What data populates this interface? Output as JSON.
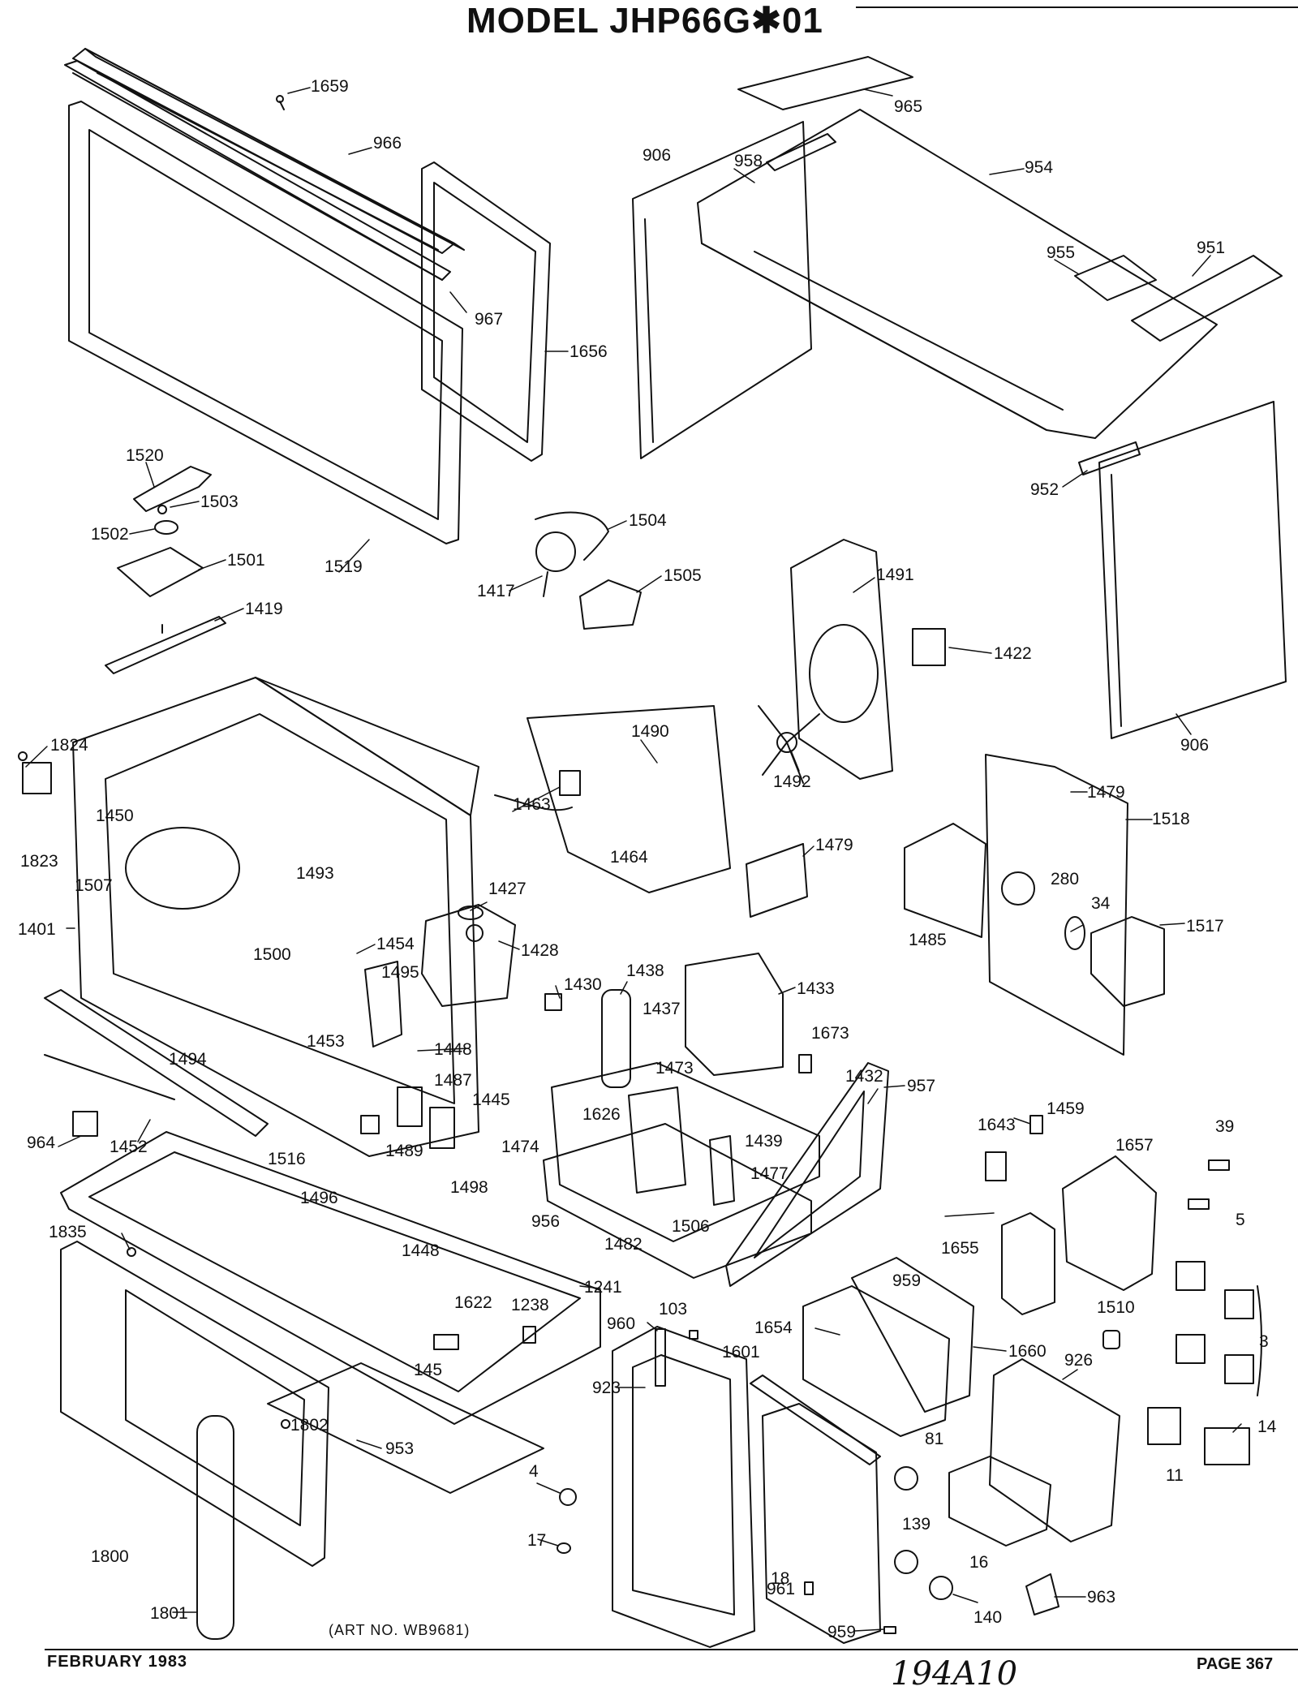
{
  "header": {
    "title": "MODEL JHP66G✱01"
  },
  "footer": {
    "date": "FEBRUARY 1983",
    "code": "194A10",
    "page": "PAGE 367",
    "art_no": "(ART NO. WB9681)"
  },
  "part_labels": [
    {
      "id": "l1659",
      "text": "1659"
    },
    {
      "id": "l966",
      "text": "966"
    },
    {
      "id": "l967",
      "text": "967"
    },
    {
      "id": "l1656",
      "text": "1656"
    },
    {
      "id": "l1519",
      "text": "1519"
    },
    {
      "id": "l965",
      "text": "965"
    },
    {
      "id": "l906a",
      "text": "906"
    },
    {
      "id": "l958",
      "text": "958"
    },
    {
      "id": "l954",
      "text": "954"
    },
    {
      "id": "l955",
      "text": "955"
    },
    {
      "id": "l951",
      "text": "951"
    },
    {
      "id": "l952",
      "text": "952"
    },
    {
      "id": "l906b",
      "text": "906"
    },
    {
      "id": "l1520",
      "text": "1520"
    },
    {
      "id": "l1503",
      "text": "1503"
    },
    {
      "id": "l1502",
      "text": "1502"
    },
    {
      "id": "l1501",
      "text": "1501"
    },
    {
      "id": "l1419",
      "text": "1419"
    },
    {
      "id": "l1504",
      "text": "1504"
    },
    {
      "id": "l1417",
      "text": "1417"
    },
    {
      "id": "l1505",
      "text": "1505"
    },
    {
      "id": "l1491",
      "text": "1491"
    },
    {
      "id": "l1422",
      "text": "1422"
    },
    {
      "id": "l1490",
      "text": "1490"
    },
    {
      "id": "l1492",
      "text": "1492"
    },
    {
      "id": "l1463",
      "text": "1463"
    },
    {
      "id": "l1464",
      "text": "1464"
    },
    {
      "id": "l1479a",
      "text": "1479"
    },
    {
      "id": "l1479b",
      "text": "1479"
    },
    {
      "id": "l1518",
      "text": "1518"
    },
    {
      "id": "l280",
      "text": "280"
    },
    {
      "id": "l34",
      "text": "34"
    },
    {
      "id": "l1485",
      "text": "1485"
    },
    {
      "id": "l1517",
      "text": "1517"
    },
    {
      "id": "l1824",
      "text": "1824"
    },
    {
      "id": "l1823",
      "text": "1823"
    },
    {
      "id": "l1450",
      "text": "1450"
    },
    {
      "id": "l1507",
      "text": "1507"
    },
    {
      "id": "l1401",
      "text": "1401"
    },
    {
      "id": "l1493",
      "text": "1493"
    },
    {
      "id": "l1500",
      "text": "1500"
    },
    {
      "id": "l1427",
      "text": "1427"
    },
    {
      "id": "l1454",
      "text": "1454"
    },
    {
      "id": "l1428",
      "text": "1428"
    },
    {
      "id": "l1495",
      "text": "1495"
    },
    {
      "id": "l1453",
      "text": "1453"
    },
    {
      "id": "l1448a",
      "text": "1448"
    },
    {
      "id": "l1494",
      "text": "1494"
    },
    {
      "id": "l1430",
      "text": "1430"
    },
    {
      "id": "l1438",
      "text": "1438"
    },
    {
      "id": "l1437",
      "text": "1437"
    },
    {
      "id": "l1433",
      "text": "1433"
    },
    {
      "id": "l1673",
      "text": "1673"
    },
    {
      "id": "l1432",
      "text": "1432"
    },
    {
      "id": "l957",
      "text": "957"
    },
    {
      "id": "l1473",
      "text": "1473"
    },
    {
      "id": "l1487",
      "text": "1487"
    },
    {
      "id": "l1445",
      "text": "1445"
    },
    {
      "id": "l1626",
      "text": "1626"
    },
    {
      "id": "l1474",
      "text": "1474"
    },
    {
      "id": "l1439",
      "text": "1439"
    },
    {
      "id": "l1477",
      "text": "1477"
    },
    {
      "id": "l1489",
      "text": "1489"
    },
    {
      "id": "l1498",
      "text": "1498"
    },
    {
      "id": "l964",
      "text": "964"
    },
    {
      "id": "l1452",
      "text": "1452"
    },
    {
      "id": "l1516",
      "text": "1516"
    },
    {
      "id": "l1496",
      "text": "1496"
    },
    {
      "id": "l1448b",
      "text": "1448"
    },
    {
      "id": "l956",
      "text": "956"
    },
    {
      "id": "l1482",
      "text": "1482"
    },
    {
      "id": "l1506",
      "text": "1506"
    },
    {
      "id": "l1459",
      "text": "1459"
    },
    {
      "id": "l1643",
      "text": "1643"
    },
    {
      "id": "l1657",
      "text": "1657"
    },
    {
      "id": "l39",
      "text": "39"
    },
    {
      "id": "l5",
      "text": "5"
    },
    {
      "id": "l1655",
      "text": "1655"
    },
    {
      "id": "l959a",
      "text": "959"
    },
    {
      "id": "l1835",
      "text": "1835"
    },
    {
      "id": "l1241",
      "text": "1241"
    },
    {
      "id": "l1622",
      "text": "1622"
    },
    {
      "id": "l1238",
      "text": "1238"
    },
    {
      "id": "l103",
      "text": "103"
    },
    {
      "id": "l960",
      "text": "960"
    },
    {
      "id": "l1654",
      "text": "1654"
    },
    {
      "id": "l1660",
      "text": "1660"
    },
    {
      "id": "l1510",
      "text": "1510"
    },
    {
      "id": "l3",
      "text": "3"
    },
    {
      "id": "l145",
      "text": "145"
    },
    {
      "id": "l923",
      "text": "923"
    },
    {
      "id": "l1601",
      "text": "1601"
    },
    {
      "id": "l926",
      "text": "926"
    },
    {
      "id": "l953",
      "text": "953"
    },
    {
      "id": "l1802",
      "text": "1802"
    },
    {
      "id": "l81",
      "text": "81"
    },
    {
      "id": "l14",
      "text": "14"
    },
    {
      "id": "l4",
      "text": "4"
    },
    {
      "id": "l11",
      "text": "11"
    },
    {
      "id": "l139",
      "text": "139"
    },
    {
      "id": "l1800",
      "text": "1800"
    },
    {
      "id": "l17",
      "text": "17"
    },
    {
      "id": "l16",
      "text": "16"
    },
    {
      "id": "l18",
      "text": "18"
    },
    {
      "id": "l963",
      "text": "963"
    },
    {
      "id": "l1801",
      "text": "1801"
    },
    {
      "id": "l961",
      "text": "961"
    },
    {
      "id": "l959b",
      "text": "959"
    },
    {
      "id": "l140",
      "text": "140"
    }
  ]
}
